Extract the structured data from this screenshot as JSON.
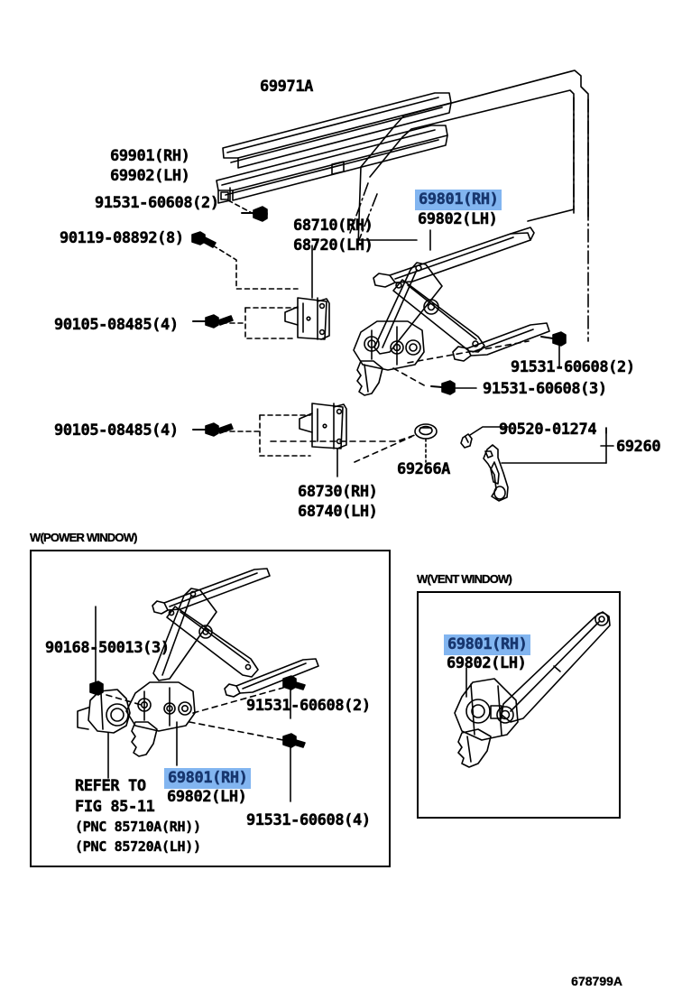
{
  "figure": {
    "id": "678799A",
    "accent_highlight_bg": "#82b5f0",
    "accent_highlight_fg": "#17366e",
    "line_color": "#000000",
    "background": "#ffffff"
  },
  "main_diagram": {
    "labels": {
      "molding_top": "69971A",
      "belt_rh": "69901(RH)",
      "belt_lh": "69902(LH)",
      "screw_belt": "91531-60608(2)",
      "clip_90119": "90119-08892(8)",
      "hinge_upper_rh": "68710(RH)",
      "hinge_upper_lh": "68720(LH)",
      "bolt_hinge_upper": "90105-08485(4)",
      "bolt_hinge_lower": "90105-08485(4)",
      "hinge_lower_rh": "68730(RH)",
      "hinge_lower_lh": "68740(LH)",
      "regulator_rh": "69801(RH)",
      "regulator_lh": "69802(LH)",
      "screw_reg_2": "91531-60608(2)",
      "screw_reg_3": "91531-60608(3)",
      "grommet": "69266A",
      "screw_90520": "90520-01274",
      "handle_assy": "69260"
    }
  },
  "power_window_panel": {
    "title": "W(POWER WINDOW)",
    "labels": {
      "screw_90168": "90168-50013(3)",
      "screw_2": "91531-60608(2)",
      "screw_4": "91531-60608(4)",
      "regulator_rh": "69801(RH)",
      "regulator_lh": "69802(LH)",
      "refer_line1": "REFER TO",
      "refer_line2": "FIG 85-11",
      "refer_line3": "(PNC 85710A(RH))",
      "refer_line4": "(PNC 85720A(LH))"
    }
  },
  "vent_window_panel": {
    "title": "W(VENT WINDOW)",
    "labels": {
      "regulator_rh": "69801(RH)",
      "regulator_lh": "69802(LH)"
    }
  }
}
